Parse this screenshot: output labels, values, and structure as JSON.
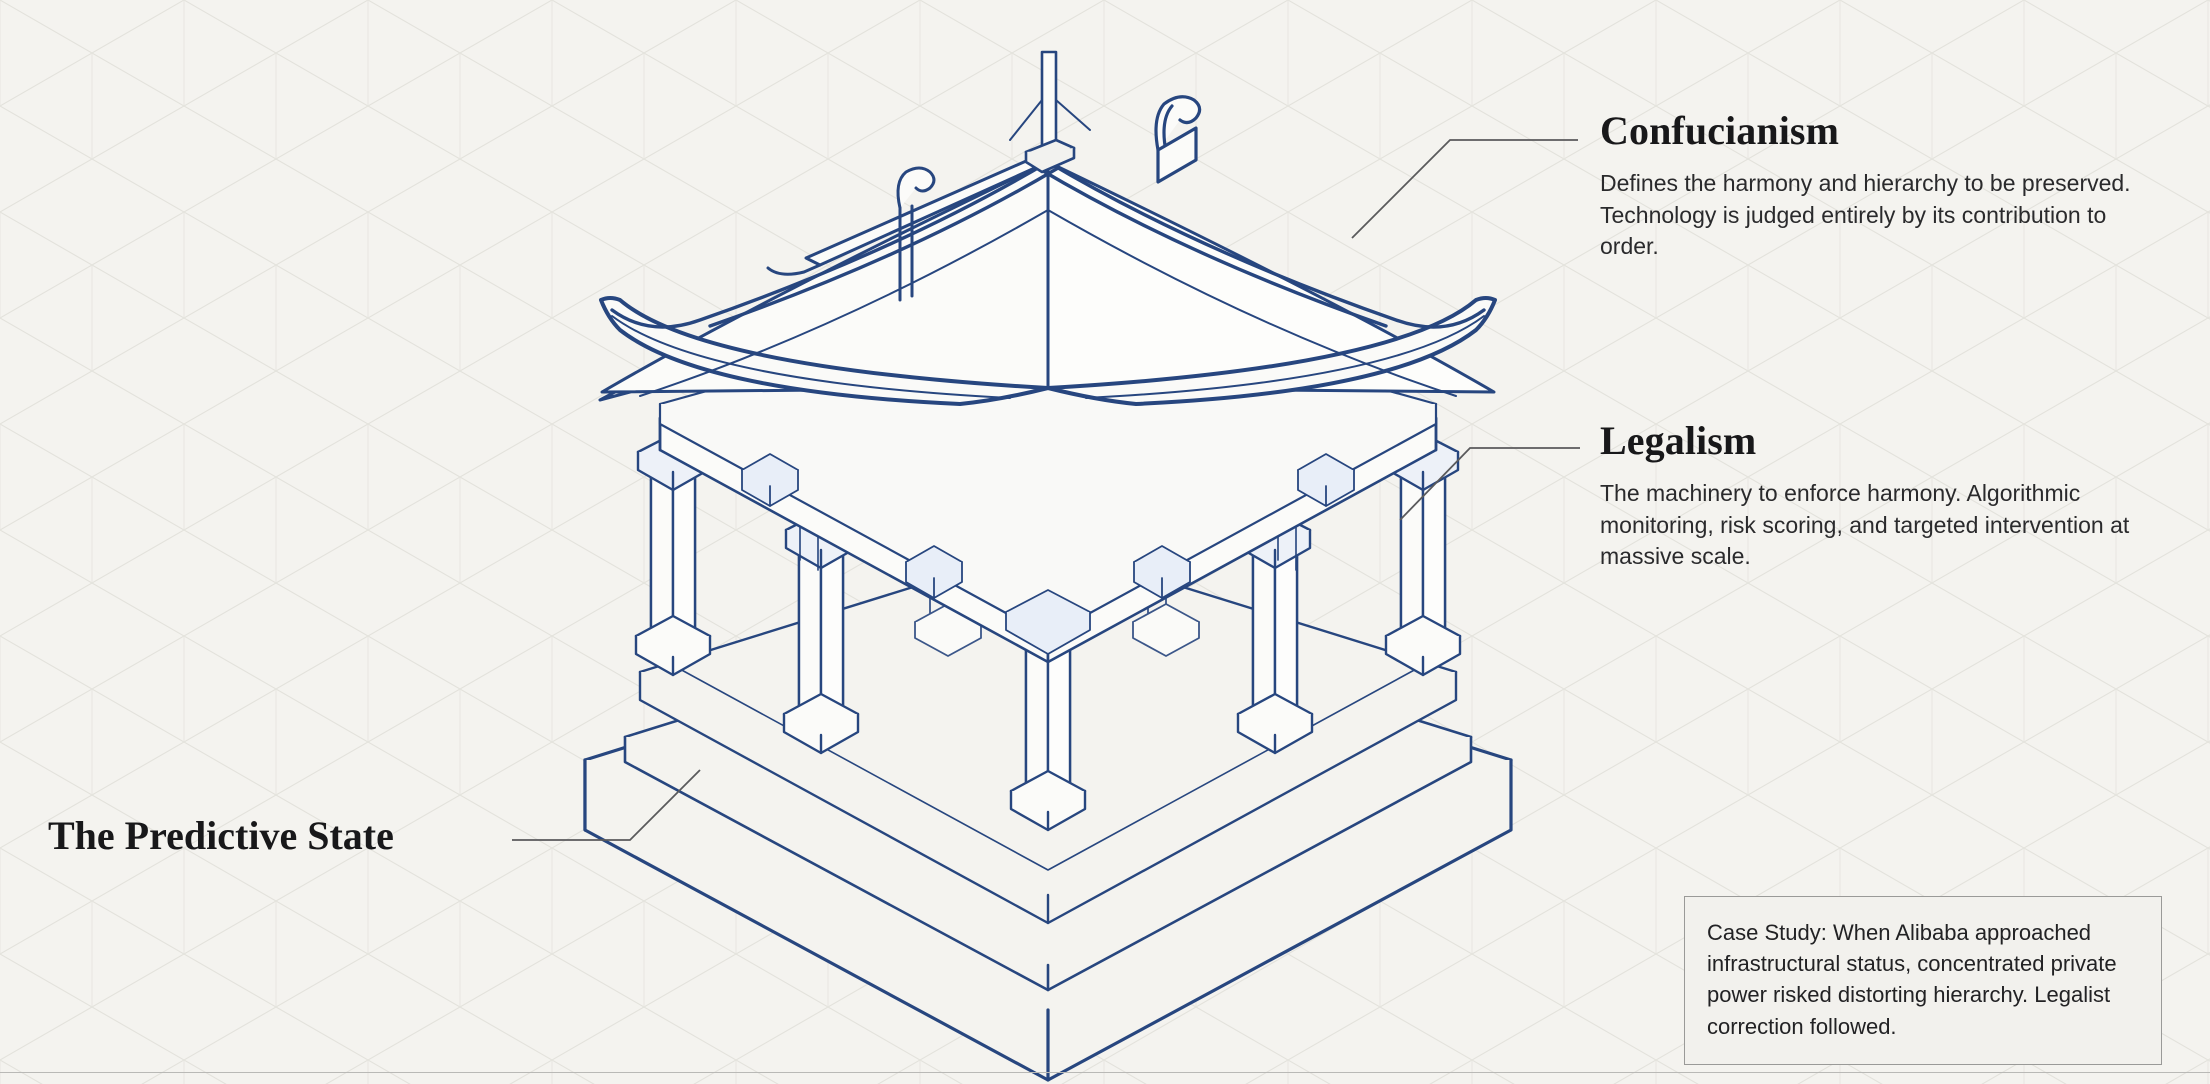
{
  "canvas": {
    "background_color": "#f4f3ef",
    "line_color": "#27467f",
    "grid_color": "#e2e1db",
    "rule_color": "#b9b9b6"
  },
  "illustration": {
    "name": "isometric-chinese-pavilion-line-drawing",
    "description": "Isometric blueprint-style line drawing of a traditional Chinese pavilion with upturned eave roof, dougong bracket sets, twelve columns and a two-tier stone plinth."
  },
  "callouts": [
    {
      "id": "confucianism",
      "title": "Confucianism",
      "body": "Defines the harmony and hierarchy to be preserved. Technology is judged entirely by its contribution to order."
    },
    {
      "id": "legalism",
      "title": "Legalism",
      "body": "The machinery to enforce harmony. Algorithmic monitoring, risk scoring, and targeted intervention at massive scale."
    }
  ],
  "base_label": {
    "text": "The Predictive State"
  },
  "case_study": {
    "text": "Case Study: When Alibaba approached infrastructural status, concentrated private power risked distorting hierarchy. Legalist correction followed."
  }
}
